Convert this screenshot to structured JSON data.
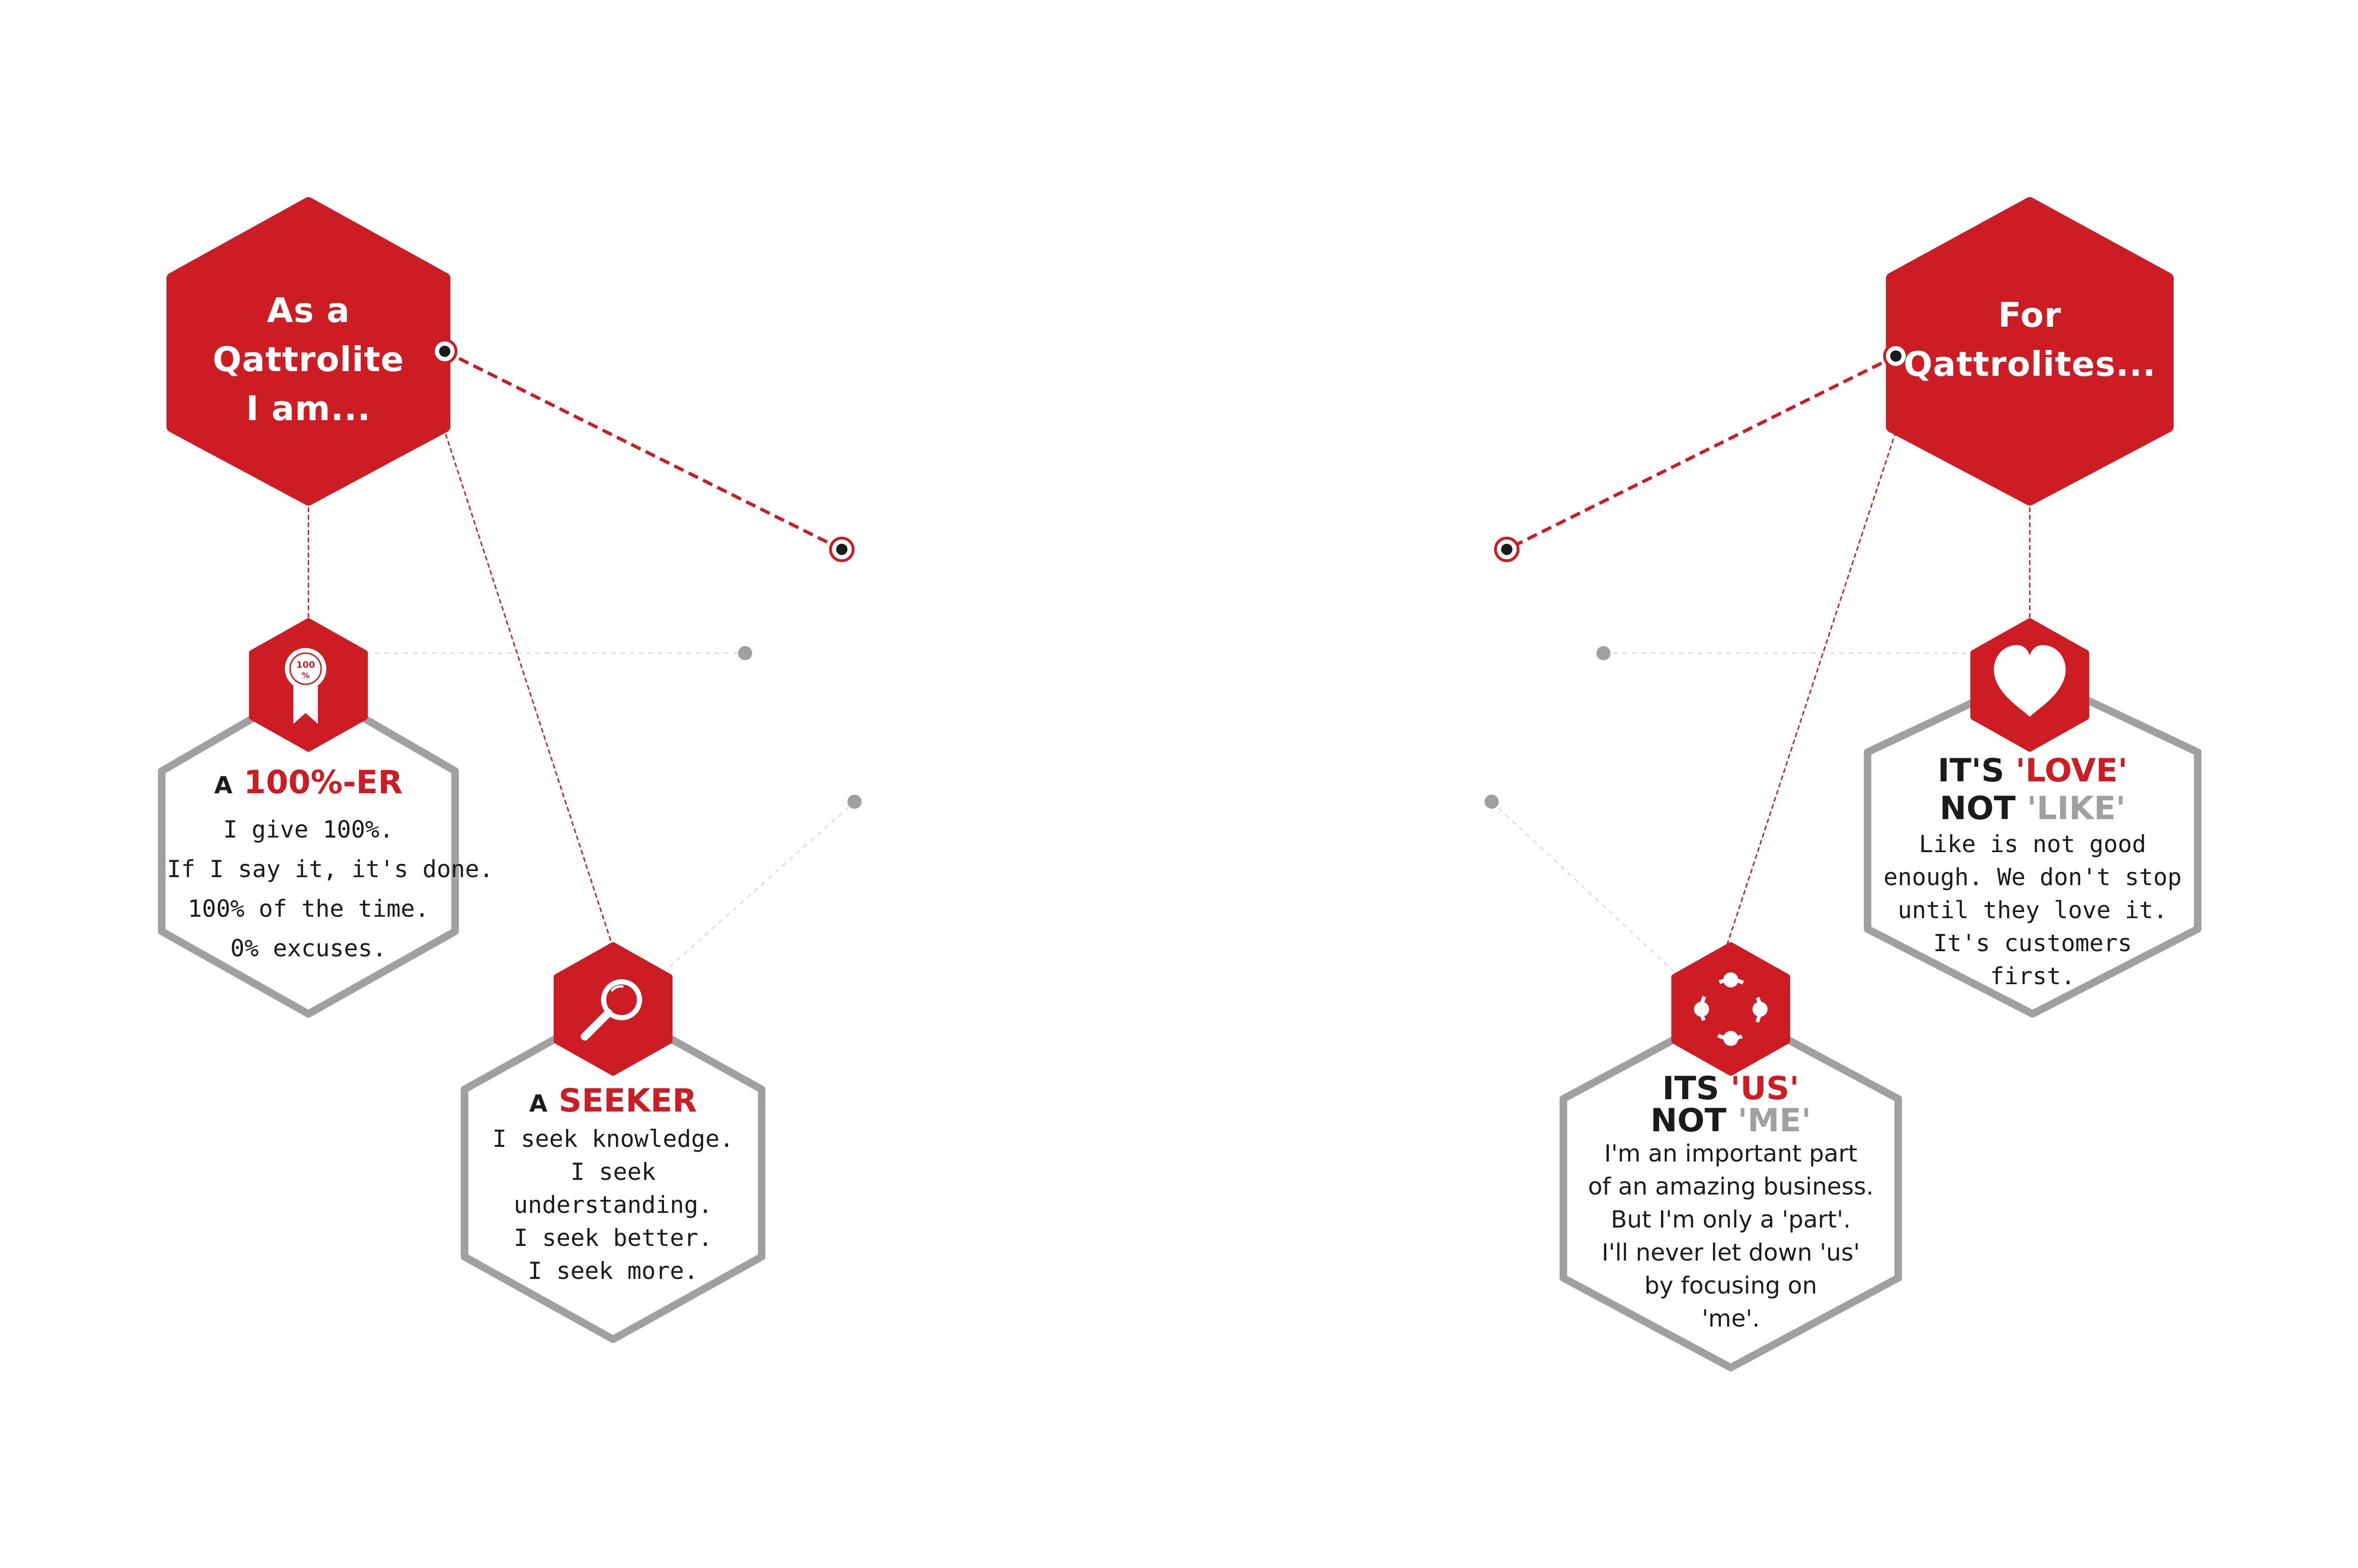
{
  "colors": {
    "brand_red": "#cd1c24",
    "outline_grey": "#a0a0a3",
    "text_dark": "#1b1b1b"
  },
  "left_hub": {
    "line1": "As a",
    "line2": "Qattrolite",
    "line3": "I am..."
  },
  "right_hub": {
    "line1": "For",
    "line2": "Qattrolites..."
  },
  "cards": {
    "hundred": {
      "icon": "ribbon-100-icon",
      "badge_text": "100 %",
      "prefix": "A",
      "title": "100%-ER",
      "lines": [
        "I give 100%.",
        "If I say it, it's done.",
        "100% of the time.",
        "0% excuses."
      ]
    },
    "seeker": {
      "icon": "magnifier-icon",
      "prefix": "A",
      "title": "SEEKER",
      "lines": [
        "I seek knowledge.",
        "I seek",
        "understanding.",
        "I seek better.",
        "I seek more."
      ]
    },
    "us": {
      "icon": "team-circle-icon",
      "head1_prefix": "ITS",
      "head1_word": "'US'",
      "head2_prefix": "NOT",
      "head2_word": "'ME'",
      "lines": [
        "I'm an important part",
        "of an amazing business.",
        "But I'm only a 'part'.",
        "I'll never let down 'us'",
        "by focusing on",
        "'me'."
      ]
    },
    "love": {
      "icon": "heart-icon",
      "head1_prefix": "IT'S",
      "head1_word": "'LOVE'",
      "head2_prefix": "NOT",
      "head2_word": "'LIKE'",
      "lines": [
        "Like is not good",
        "enough. We don't stop",
        "until they love it.",
        "It's customers",
        "first."
      ]
    }
  }
}
